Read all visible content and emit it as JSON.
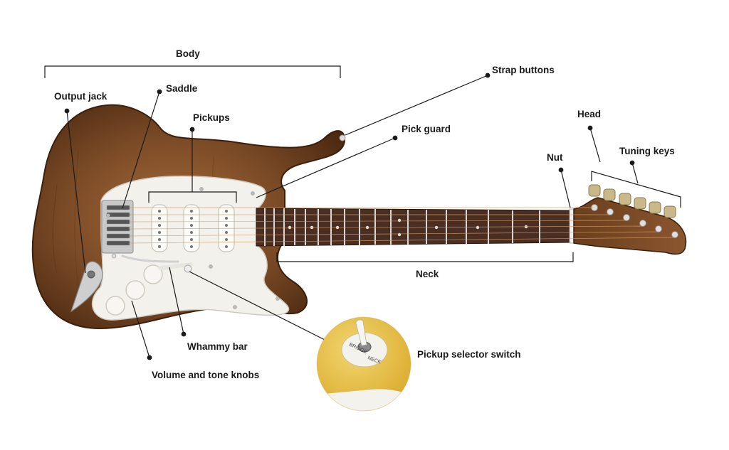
{
  "labels": {
    "body": "Body",
    "output_jack": "Output jack",
    "saddle": "Saddle",
    "pickups": "Pickups",
    "strap_buttons": "Strap buttons",
    "pick_guard": "Pick guard",
    "head": "Head",
    "nut": "Nut",
    "tuning_keys": "Tuning keys",
    "neck": "Neck",
    "whammy_bar": "Whammy bar",
    "volume_tone_knobs": "Volume and tone knobs",
    "pickup_selector_switch": "Pickup selector switch"
  },
  "switch_markings": {
    "left": "BRIDGE",
    "right": "NECK"
  },
  "colors": {
    "body_wood": "#7a4a26",
    "body_wood_dark": "#4a2810",
    "pickguard": "#f3f1ec",
    "fretboard": "#4a2e22",
    "frets": "#d8d8d8",
    "hardware": "#c9c9c9",
    "tuning_key": "#c8b88a",
    "leader_line": "#1a1a1a",
    "inset_bg": "#e8c54a"
  }
}
